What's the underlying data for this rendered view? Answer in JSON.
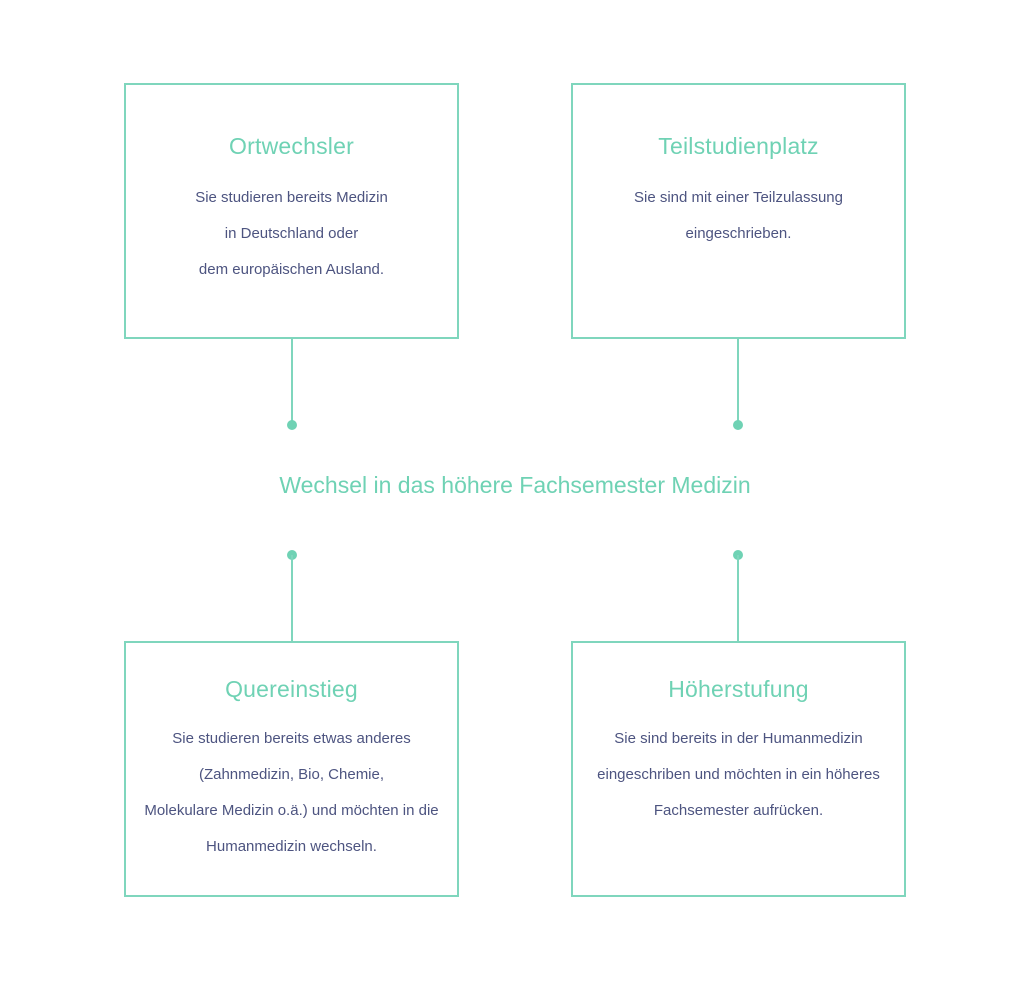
{
  "center": {
    "title": "Wechsel in das höhere Fachsemester Medizin"
  },
  "boxes": [
    {
      "title": "Ortwechsler",
      "lines": [
        "Sie studieren bereits Medizin",
        "in Deutschland oder",
        "dem europäischen Ausland."
      ]
    },
    {
      "title": "Teilstudienplatz",
      "lines": [
        "Sie sind mit einer Teilzulassung",
        "eingeschrieben."
      ]
    },
    {
      "title": "Quereinstieg",
      "lines": [
        "Sie studieren bereits etwas anderes",
        "(Zahnmedizin, Bio, Chemie,",
        "Molekulare Medizin o.ä.) und möchten in die",
        "Humanmedizin wechseln."
      ]
    },
    {
      "title": "Höherstufung",
      "lines": [
        "Sie sind bereits in der Humanmedizin",
        "eingeschriben und möchten in ein höheres",
        "Fachsemester aufrücken."
      ]
    }
  ],
  "colors": {
    "accent": "#6fd2b4",
    "border": "#7fd6bd",
    "body_text": "#4d5480"
  }
}
